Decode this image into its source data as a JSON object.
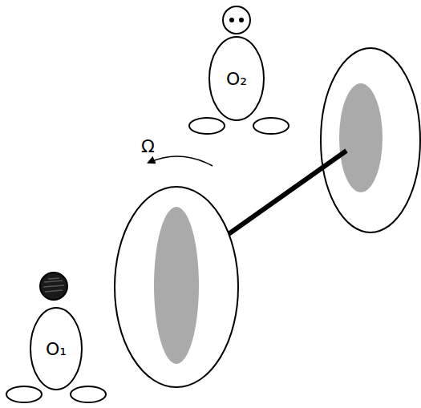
{
  "diagram": {
    "nodes": [
      {
        "text": [
          "O₂"
        ]
      },
      {
        "text": [
          "O₁"
        ]
      }
    ],
    "labels": [
      "Ω"
    ]
  }
}
